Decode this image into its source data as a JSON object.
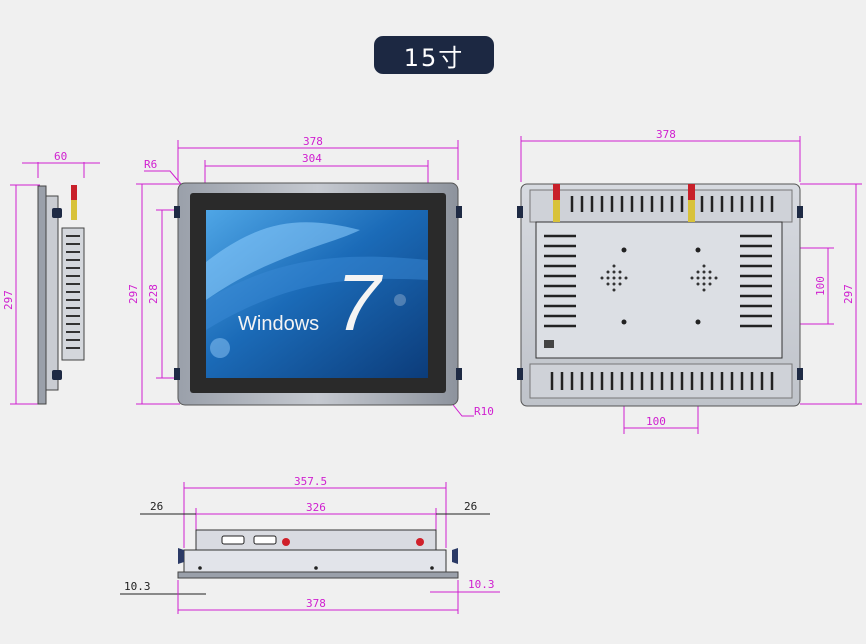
{
  "title": "15寸",
  "dimensions": {
    "side_depth": "60",
    "side_height": "297",
    "front_width": "378",
    "front_active_width": "304",
    "front_height": "297",
    "front_active_height": "228",
    "front_corner_radius": "R6",
    "front_outer_radius": "R10",
    "back_width": "378",
    "back_height": "297",
    "back_vesa_vertical": "100",
    "back_vesa_horizontal": "100",
    "bottom_inner_width": "357.5",
    "bottom_cutout_width": "326",
    "bottom_left_offset": "26",
    "bottom_right_offset": "26",
    "bottom_left_edge": "10.3",
    "bottom_right_edge": "10.3",
    "bottom_total_width": "378"
  },
  "screen": {
    "brand": "Windows",
    "version": "7"
  },
  "colors": {
    "dimension": "#d01fd0",
    "badge": "#1c2842",
    "bezel": "#2a2a2a",
    "frame": "#8a8f99",
    "antenna": "#c8202a",
    "antenna_base": "#d8c23a"
  }
}
